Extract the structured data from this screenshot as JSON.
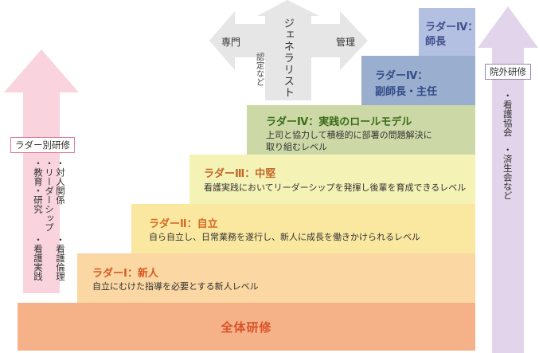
{
  "overall": {
    "label": "全体研修"
  },
  "levels": [
    {
      "title": "ラダーⅠ：新人",
      "desc": [
        "自立にむけた指導を必要とする新人レベル"
      ]
    },
    {
      "title": "ラダーⅡ：自立",
      "desc": [
        "自ら自立し、日常業務を遂行し、新人に成長を働きかけられるレベル"
      ]
    },
    {
      "title": "ラダーⅢ：中堅",
      "desc": [
        "看護実践においてリーダーシップを発揮し後輩を育成できるレベル"
      ]
    },
    {
      "title": "ラダーⅣ：実践のロールモデル",
      "desc": [
        "上司と協力して積極的に部署の問題解決に",
        "取り組むレベル"
      ]
    },
    {
      "title_lines": [
        "ラダーⅣ：",
        "副師長・主任"
      ]
    },
    {
      "title_lines": [
        "ラダーⅣ：",
        "師長"
      ]
    }
  ],
  "left_training": {
    "label": "ラダー別研修",
    "columns": [
      "・対人関係",
      "・リーダーシップ",
      "・教育・研究",
      "・看護倫理",
      "・看護実践"
    ]
  },
  "right_training": {
    "label": "院外研修",
    "columns": [
      "・看護協会",
      "・済生会など"
    ]
  },
  "career_arrow": {
    "center": "ジェネラリスト",
    "left": "専門",
    "right": "管理",
    "note": "認定など"
  },
  "colors": {
    "overall": "#f5b289",
    "overall_text": "#d9542a",
    "level1": "#fad7a3",
    "level2": "#fbe8a0",
    "level3": "#f4f2b5",
    "level4": "#ccd9a6",
    "level5": "#9aafcf",
    "level6": "#b4c0e2",
    "left_arrow": "#f9d3de",
    "right_arrow": "#e2d4ea",
    "gray_arrow": "#e6e6e6"
  }
}
